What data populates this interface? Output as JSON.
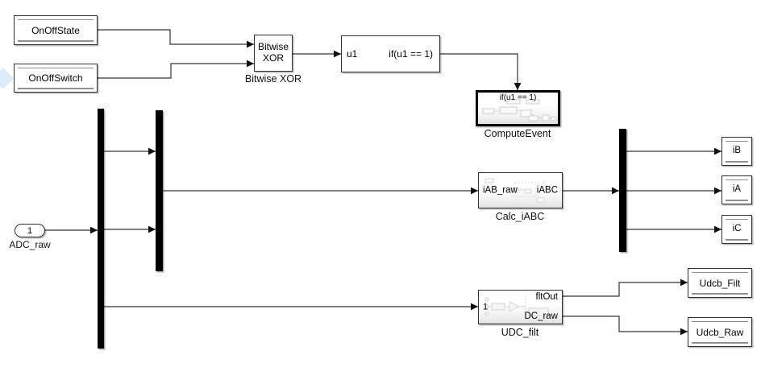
{
  "colors": {
    "wire": "#333333",
    "block_border": "#2f2f2f",
    "bar_fill": "#000000",
    "annotation_diamond": "#d9ecf8"
  },
  "blocks": {
    "onoffstate": {
      "label": "OnOffState"
    },
    "onoffswitch": {
      "label": "OnOffSwitch"
    },
    "bitwise_xor": {
      "label": "Bitwise\nXOR",
      "caption": "Bitwise XOR"
    },
    "if_action": {
      "input_port": "u1",
      "condition": "if(u1 == 1)"
    },
    "compute_event": {
      "header": "if(u1 == 1)",
      "caption": "ComputeEvent"
    },
    "adc_raw_inport": {
      "port_number": "1",
      "caption": "ADC_raw"
    },
    "calc_iabc": {
      "input_port": "iAB_raw",
      "output_port": "iABC",
      "caption": "Calc_iABC"
    },
    "ib": {
      "label": "iB"
    },
    "ia": {
      "label": "iA"
    },
    "ic": {
      "label": "iC"
    },
    "udc_filt": {
      "input_port": "1",
      "output_port_top": "fltOut",
      "output_port_bottom": "DC_raw",
      "caption": "UDC_filt"
    },
    "udcb_filt": {
      "label": "Udcb_Filt"
    },
    "udcb_raw": {
      "label": "Udcb_Raw"
    }
  }
}
